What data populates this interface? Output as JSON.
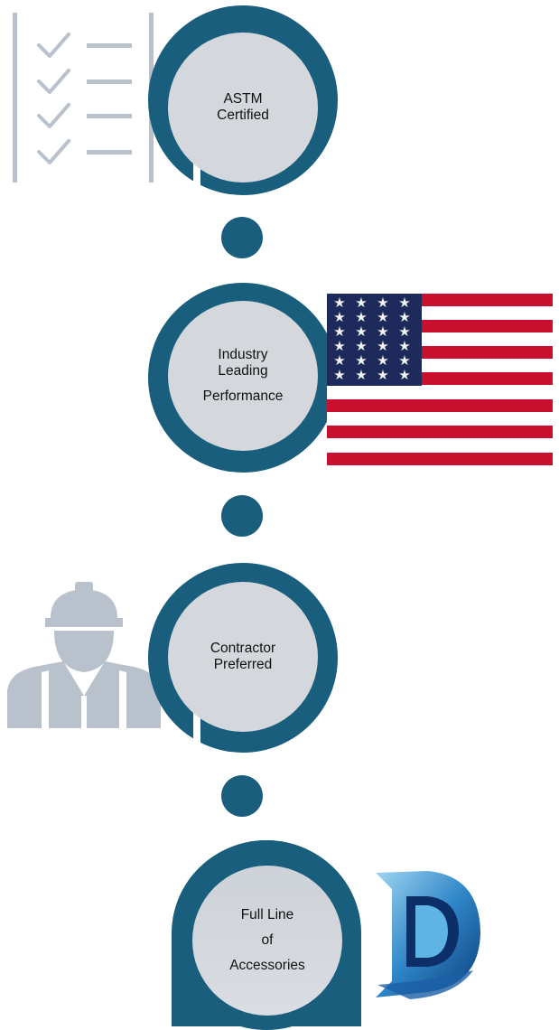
{
  "steps": [
    {
      "line1": "ASTM",
      "line2": "Certified"
    },
    {
      "line1": "Industry",
      "line2": "Leading",
      "line3": "Performance"
    },
    {
      "line1": "Contractor",
      "line2": "Preferred"
    },
    {
      "line1": "Full Line",
      "line2": "of",
      "line3": "Accessories"
    }
  ],
  "colors": {
    "ring": "#1a5e7e",
    "inner": "#d4d8dd",
    "icon_gray": "#b9c2cc",
    "flag_red": "#c8102e",
    "flag_blue": "#1f2a5c"
  },
  "icons": [
    "checklist-icon",
    "us-flag-image",
    "contractor-icon",
    "d-logo-icon"
  ]
}
